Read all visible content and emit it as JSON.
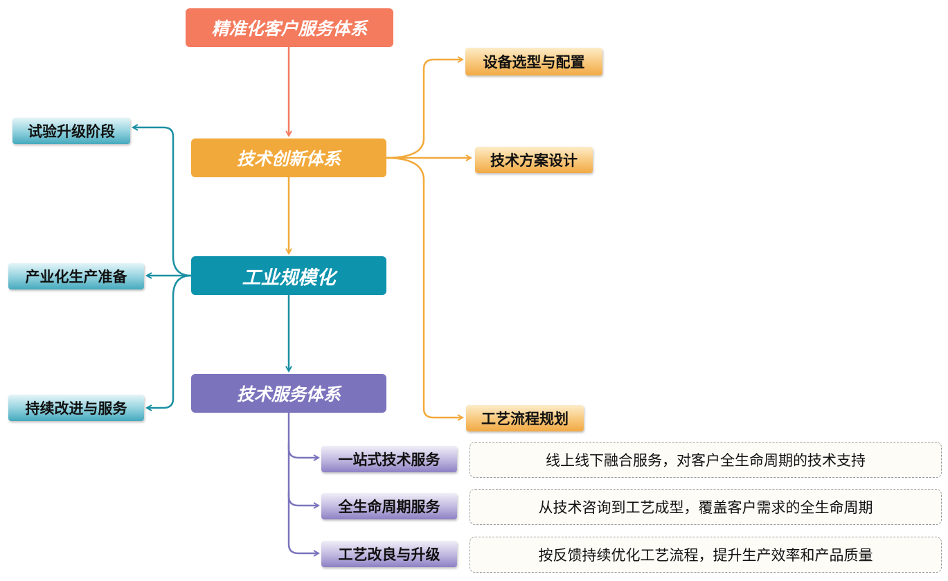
{
  "colors": {
    "coral": "#f47b5e",
    "orange": "#f2a93b",
    "teal": "#0e93ad",
    "purple": "#7b74bd"
  },
  "nodes": {
    "top": "精准化客户服务体系",
    "innovation": "技术创新体系",
    "industrial": "工业规模化",
    "service": "技术服务体系"
  },
  "innovation_children": [
    "设备选型与配置",
    "技术方案设计",
    "工艺流程规划"
  ],
  "industrial_children": [
    "试验升级阶段",
    "产业化生产准备",
    "持续改进与服务"
  ],
  "service_children": [
    {
      "label": "一站式技术服务",
      "desc": "线上线下融合服务，对客户全生命周期的技术支持"
    },
    {
      "label": "全生命周期服务",
      "desc": "从技术咨询到工艺成型，覆盖客户需求的全生命周期"
    },
    {
      "label": "工艺改良与升级",
      "desc": "按反馈持续优化工艺流程，提升生产效率和产品质量"
    }
  ]
}
